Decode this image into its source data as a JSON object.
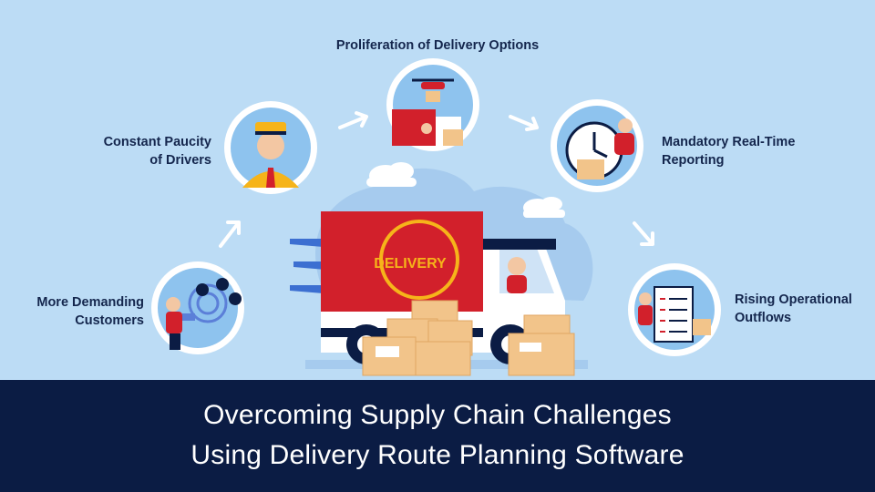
{
  "challenges": {
    "top": {
      "line1": "Proliferation of Delivery Options"
    },
    "drivers": {
      "line1": "Constant Paucity",
      "line2": "of Drivers"
    },
    "reporting": {
      "line1": "Mandatory Real-Time",
      "line2": "Reporting"
    },
    "customers": {
      "line1": "More Demanding",
      "line2": "Customers"
    },
    "outflows": {
      "line1": "Rising Operational",
      "line2": "Outflows"
    }
  },
  "truck": {
    "label": "DELIVERY"
  },
  "banner": {
    "line1": "Overcoming Supply Chain Challenges",
    "line2": "Using Delivery Route Planning Software"
  },
  "colors": {
    "background": "#bcdcf5",
    "banner": "#0b1c44",
    "truck_red": "#d2202b",
    "label_text": "#14264d",
    "arrow": "#ffffff",
    "box": "#f2c48a"
  },
  "icons": [
    "driver-icon",
    "drone-delivery-icon",
    "clock-reporting-icon",
    "magnet-customers-icon",
    "checklist-icon",
    "delivery-truck-icon",
    "box-icon",
    "arrow-icon",
    "cloud-icon"
  ]
}
